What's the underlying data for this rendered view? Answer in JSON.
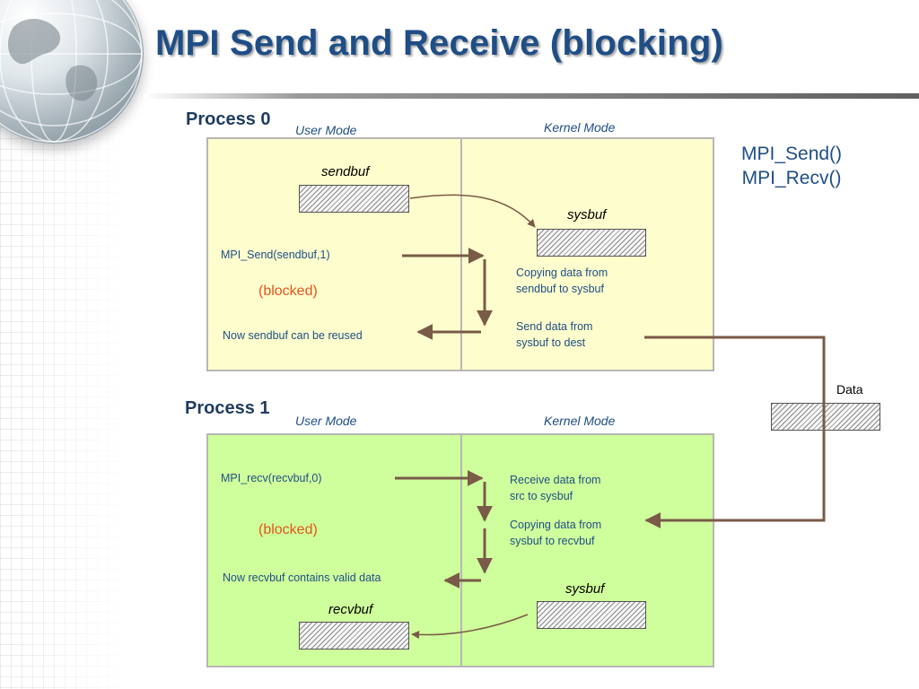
{
  "slide": {
    "title": "MPI Send and Receive (blocking)",
    "side_api": [
      "MPI_Send()",
      "MPI_Recv()"
    ],
    "data_label": "Data"
  },
  "process0": {
    "label": "Process 0",
    "user_mode": "User Mode",
    "kernel_mode": "Kernel Mode",
    "sendbuf_label": "sendbuf",
    "sysbuf_label": "sysbuf",
    "call": "MPI_Send(sendbuf,1)",
    "blocked": "(blocked)",
    "reuse": "Now sendbuf can be reused",
    "copy": [
      "Copying data from",
      "sendbuf to sysbuf"
    ],
    "send": [
      "Send data from",
      "sysbuf to dest"
    ]
  },
  "process1": {
    "label": "Process 1",
    "user_mode": "User Mode",
    "kernel_mode": "Kernel Mode",
    "call": "MPI_recv(recvbuf,0)",
    "blocked": "(blocked)",
    "valid": "Now recvbuf contains valid data",
    "receive": [
      "Receive data from",
      "src to sysbuf"
    ],
    "copy": [
      "Copying data from",
      "sysbuf to recvbuf"
    ],
    "sysbuf_label": "sysbuf",
    "recvbuf_label": "recvbuf"
  },
  "colors": {
    "title": "#1f4e86",
    "process0_panel": "#fefdcd",
    "process1_panel": "#cfff9c",
    "arrow": "#7a5a48",
    "blocked": "#e4541c"
  }
}
